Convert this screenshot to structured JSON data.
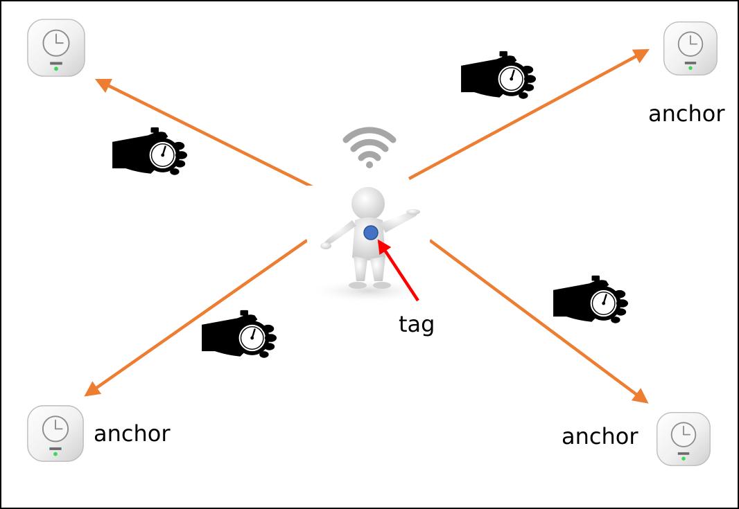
{
  "labels": {
    "anchor_top_right": "anchor",
    "anchor_bottom_left": "anchor",
    "anchor_bottom_right": "anchor",
    "tag": "tag"
  },
  "colors": {
    "link_arrow": "#ED7D31",
    "tag_pointer": "#FF0000",
    "tag_dot": "#4472C4",
    "wifi": "#A6A6A6",
    "anchor_body": "#F2F2F2",
    "anchor_led": "#3CD65A",
    "hand_icon": "#000000"
  },
  "icons": {
    "anchor": "wall-clock-anchor-device-icon",
    "timer": "hand-holding-stopwatch-icon",
    "tag_person": "person-figure-icon",
    "signal": "wifi-signal-icon"
  }
}
